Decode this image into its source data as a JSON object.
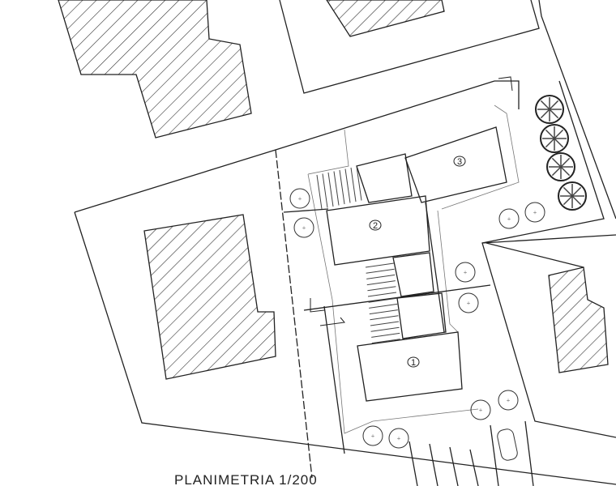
{
  "title": "PLANIMETRIA 1/200",
  "buildings": [
    {
      "id": "1",
      "label": "1"
    },
    {
      "id": "2",
      "label": "2"
    },
    {
      "id": "3",
      "label": "3"
    }
  ],
  "colors": {
    "line": "#222222",
    "thin": "#777777",
    "background": "#ffffff"
  }
}
